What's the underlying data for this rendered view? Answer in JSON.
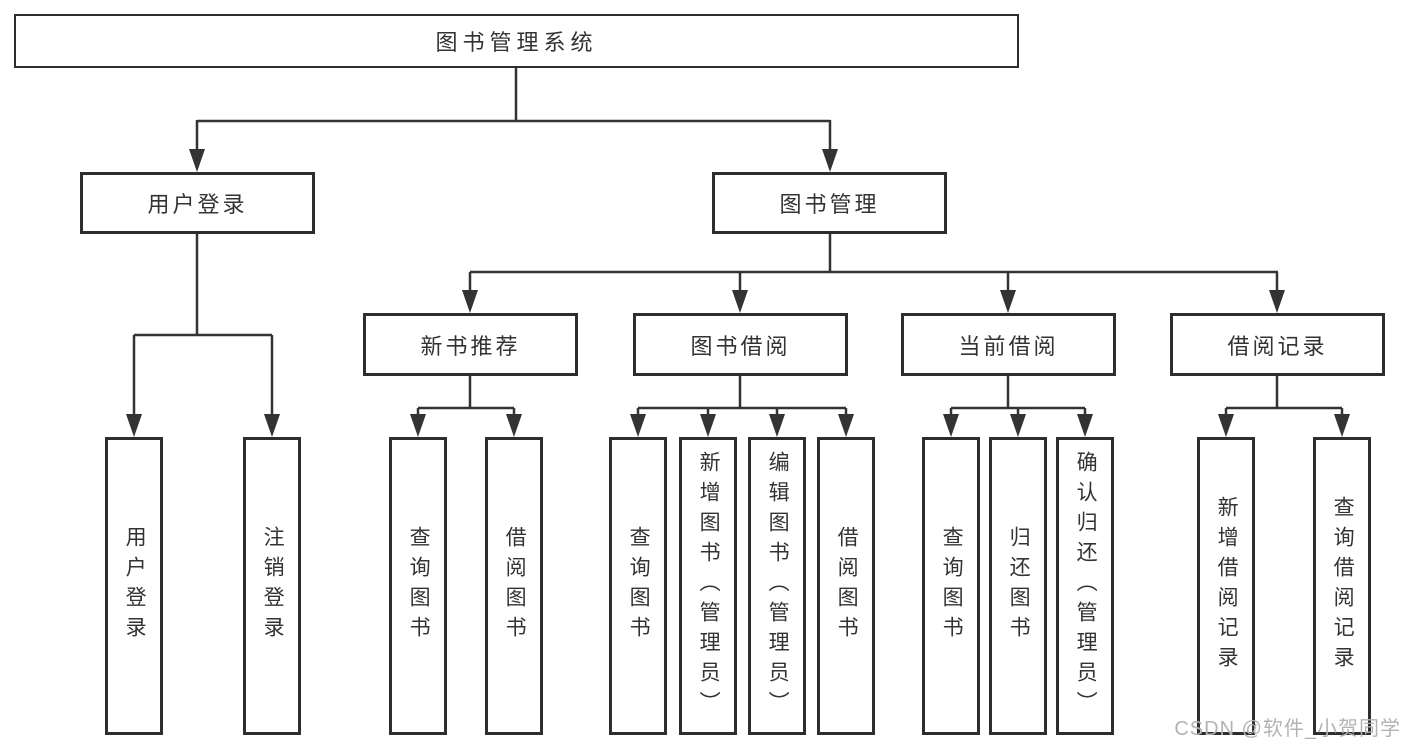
{
  "diagram": {
    "root_label": "图书管理系统",
    "user_login": {
      "label": "用户登录",
      "children": [
        "用户登录",
        "注销登录"
      ]
    },
    "book_management": {
      "label": "图书管理",
      "sections": [
        {
          "label": "新书推荐",
          "children": [
            "查询图书",
            "借阅图书"
          ]
        },
        {
          "label": "图书借阅",
          "children": [
            "查询图书",
            "新增图书（管理员）",
            "编辑图书（管理员）",
            "借阅图书"
          ]
        },
        {
          "label": "当前借阅",
          "children": [
            "查询图书",
            "归还图书",
            "确认归还（管理员）"
          ]
        },
        {
          "label": "借阅记录",
          "children": [
            "新增借阅记录",
            "查询借阅记录"
          ]
        }
      ]
    }
  },
  "watermark": "CSDN @软件_小贺同学",
  "colors": {
    "background": "#ffffff",
    "box_border": "#2d2d2d",
    "connector_line": "#333333",
    "text": "#333333",
    "watermark_text": "#b3b3b3"
  }
}
